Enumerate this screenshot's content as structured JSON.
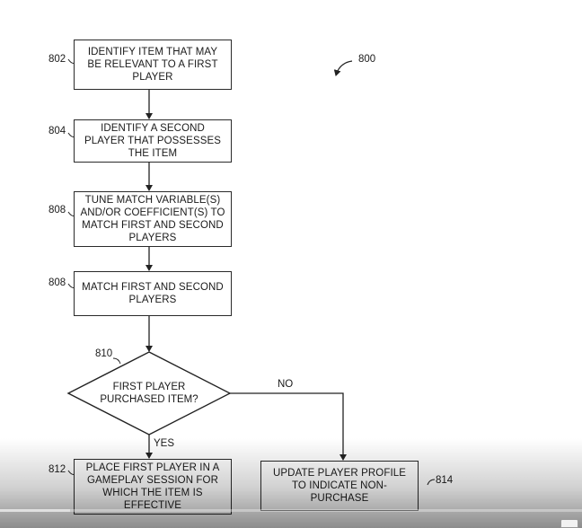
{
  "diagram": {
    "figure_ref": "800",
    "steps": {
      "s802": {
        "ref": "802",
        "text": "IDENTIFY ITEM THAT MAY\nBE RELEVANT TO A FIRST\nPLAYER"
      },
      "s804": {
        "ref": "804",
        "text": "IDENTIFY A SECOND\nPLAYER THAT POSSESSES\nTHE ITEM"
      },
      "s806": {
        "ref": "808",
        "text": "TUNE MATCH VARIABLE(S)\nAND/OR COEFFICIENT(S) TO\nMATCH FIRST AND SECOND\nPLAYERS"
      },
      "s808": {
        "ref": "808",
        "text": "MATCH FIRST AND SECOND\nPLAYERS"
      },
      "s810": {
        "ref": "810",
        "text": "FIRST PLAYER\nPURCHASED ITEM?"
      },
      "s812": {
        "ref": "812",
        "text": "PLACE FIRST PLAYER IN A\nGAMEPLAY SESSION FOR\nWHICH THE ITEM IS\nEFFECTIVE"
      },
      "s814": {
        "ref": "814",
        "text": "UPDATE PLAYER PROFILE\nTO INDICATE NON-\nPURCHASE"
      }
    },
    "branch_no": "NO",
    "branch_yes": "YES"
  },
  "player": {
    "progress": 0.12
  }
}
